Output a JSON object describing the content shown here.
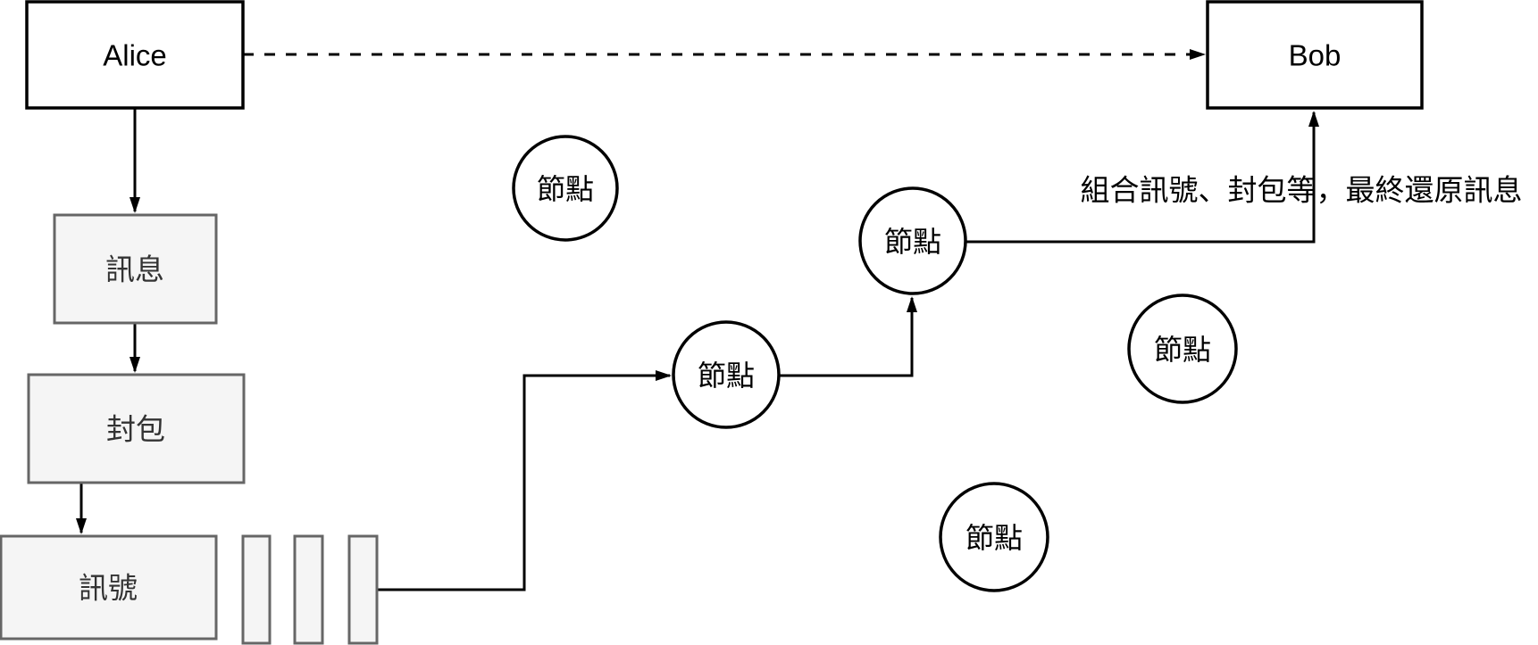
{
  "diagram": {
    "actors": {
      "sender": "Alice",
      "receiver": "Bob"
    },
    "stages": {
      "message": "訊息",
      "packet": "封包",
      "signal": "訊號"
    },
    "node_label": "節點",
    "annotation": "組合訊號、封包等，最終還原訊息"
  },
  "colors": {
    "background": "#ffffff",
    "actor_fill": "#ffffff",
    "actor_stroke": "#000000",
    "stage_fill": "#f5f5f5",
    "stage_stroke": "#666666",
    "stage_text": "#333333",
    "node_fill": "#ffffff",
    "node_stroke": "#000000",
    "line": "#000000",
    "text": "#000000"
  }
}
